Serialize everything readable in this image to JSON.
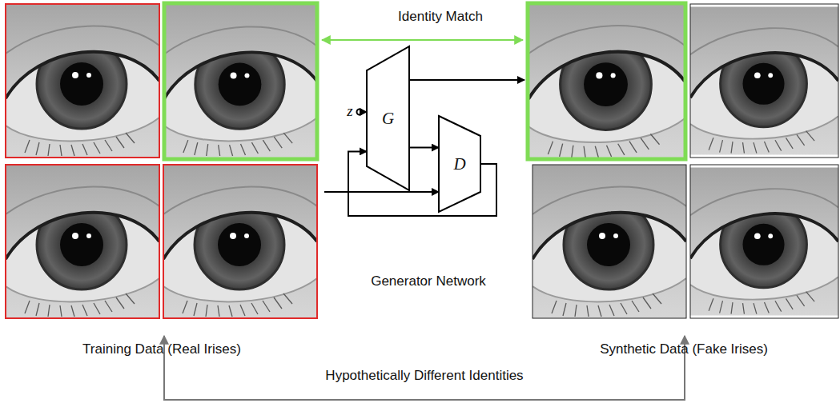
{
  "diagram": {
    "nodes": [
      {
        "text": [
          "G"
        ]
      },
      {
        "text": [
          "D"
        ]
      }
    ],
    "edges": [
      {
        "from": 0,
        "to": 1,
        "arrow": "to"
      },
      {
        "from": 1,
        "to": 0,
        "arrow": "to"
      }
    ],
    "labels": [
      "Identity Match",
      "z",
      "Generator Network",
      "Training Data (Real Irises)",
      "Synthetic Data (Fake Irises)",
      "Hypothetically Different Identities"
    ]
  }
}
